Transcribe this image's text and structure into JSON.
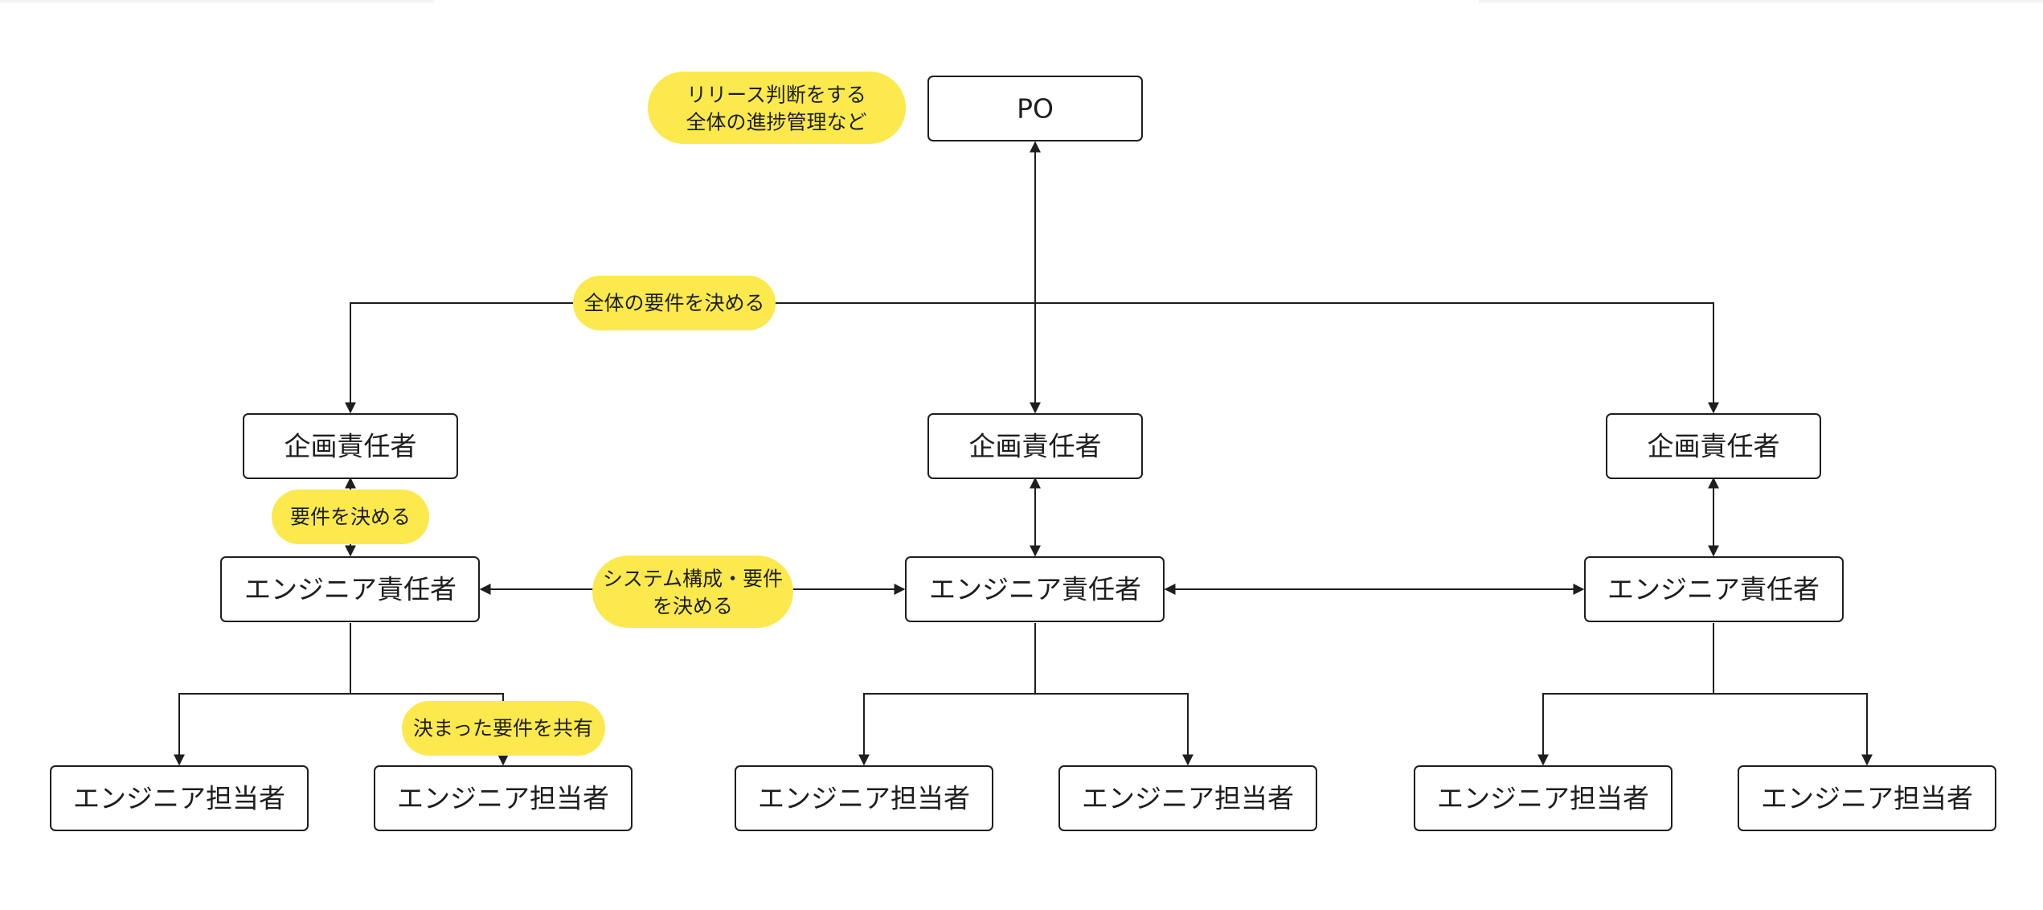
{
  "colors": {
    "line": "#1e1e1e",
    "box_fill": "#ffffff",
    "note_fill": "#fbe94d",
    "text": "#1e1e1e"
  },
  "nodes": {
    "po": "PO",
    "planning_lead_left": "企画責任者",
    "planning_lead_center": "企画責任者",
    "planning_lead_right": "企画責任者",
    "engineer_lead_left": "エンジニア責任者",
    "engineer_lead_center": "エンジニア責任者",
    "engineer_lead_right": "エンジニア責任者",
    "engineer_1": "エンジニア担当者",
    "engineer_2": "エンジニア担当者",
    "engineer_3": "エンジニア担当者",
    "engineer_4": "エンジニア担当者",
    "engineer_5": "エンジニア担当者",
    "engineer_6": "エンジニア担当者"
  },
  "notes": {
    "po_role": [
      "リリース判断をする",
      "全体の進捗管理など"
    ],
    "overall_requirements": [
      "全体の要件を決める"
    ],
    "requirements": [
      "要件を決める"
    ],
    "system_design": [
      "システム構成・要件",
      "を決める"
    ],
    "share_requirements": [
      "決まった要件を共有"
    ]
  }
}
